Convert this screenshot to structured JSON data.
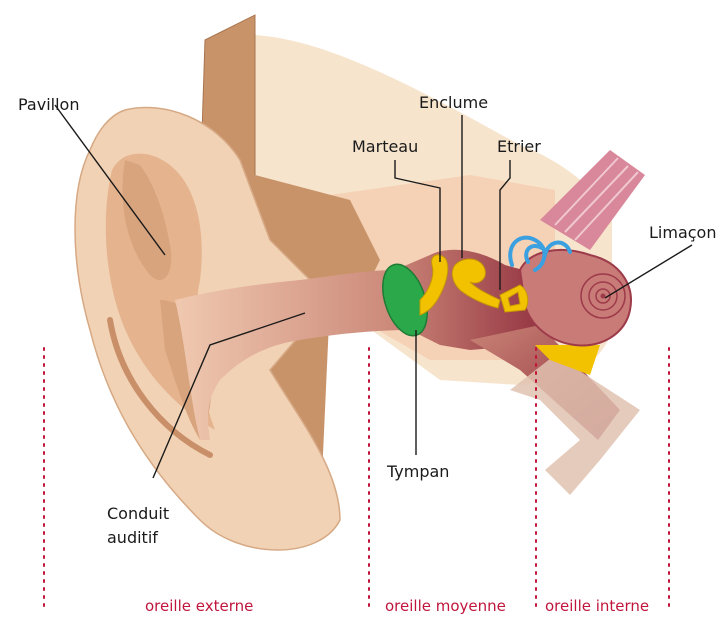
{
  "labels": {
    "pavillon": "Pavillon",
    "enclume": "Enclume",
    "marteau": "Marteau",
    "etrier": "Etrier",
    "limacon": "Limaçon",
    "tympan": "Tympan",
    "conduit_line1": "Conduit",
    "conduit_line2": "auditif"
  },
  "sections": {
    "externe": "oreille externe",
    "moyenne": "oreille moyenne",
    "interne": "oreille interne"
  },
  "colors": {
    "skin_light": "#f3dcc2",
    "skin_mid": "#e6b997",
    "skin_dark": "#c9936a",
    "canal": "#d89b8a",
    "bone": "#f5d2b6",
    "ossicles": "#f2c200",
    "tympan": "#2ba84a",
    "cochlea": "#c97b78",
    "cochlea_dark": "#9e3b4a",
    "semicircular": "#3aa0e0",
    "nerve": "#d8889a",
    "section_text": "#c0163c"
  }
}
